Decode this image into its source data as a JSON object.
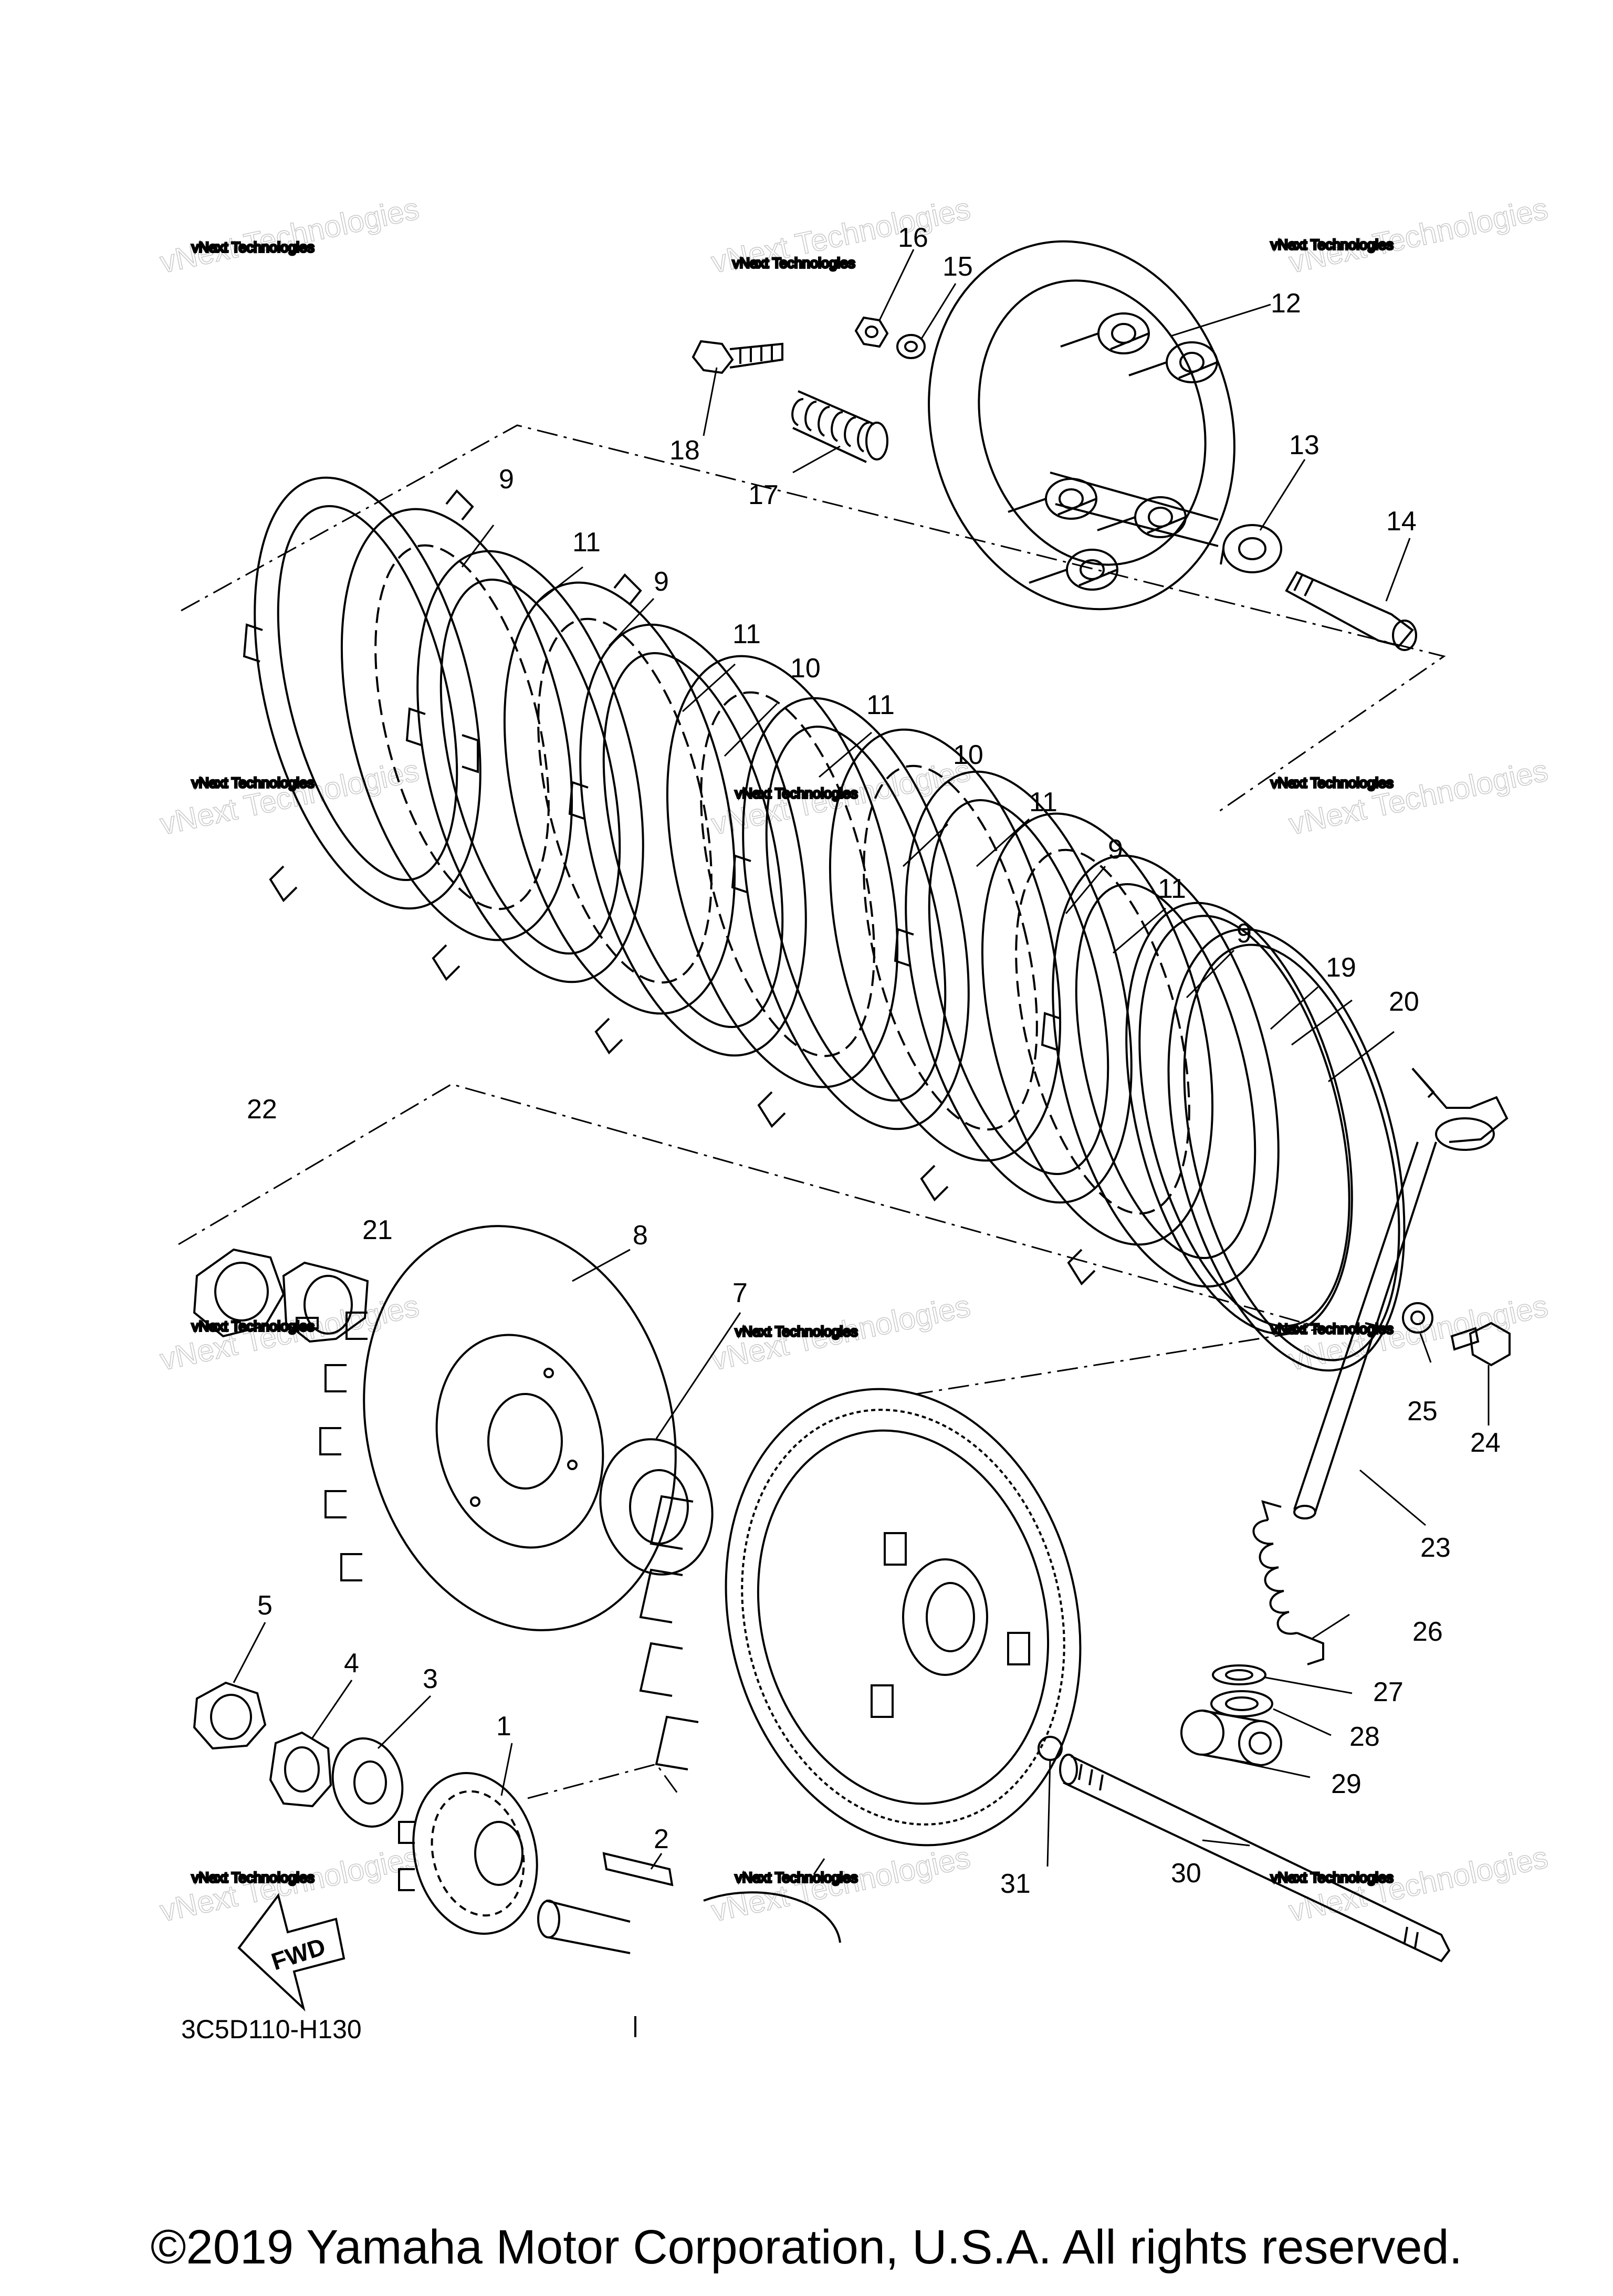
{
  "callouts": {
    "1": "1",
    "2": "2",
    "3": "3",
    "4": "4",
    "5": "5",
    "7": "7",
    "8": "8",
    "9": "9",
    "10": "10",
    "11": "11",
    "12": "12",
    "13": "13",
    "14": "14",
    "15": "15",
    "16": "16",
    "17": "17",
    "18": "18",
    "19": "19",
    "20": "20",
    "21": "21",
    "22": "22",
    "23": "23",
    "24": "24",
    "25": "25",
    "26": "26",
    "27": "27",
    "28": "28",
    "29": "29",
    "30": "30",
    "31": "31"
  },
  "watermark": {
    "line1": "vNext Technologies",
    "line2": "vNext Technologies"
  },
  "fwd_label": "FWD",
  "diagram_code": "3C5D110-H130",
  "copyright": "©2019 Yamaha Motor Corporation, U.S.A. All rights reserved.",
  "colors": {
    "line": "#000000",
    "watermark": "#9a9a9a",
    "background": "#ffffff"
  }
}
